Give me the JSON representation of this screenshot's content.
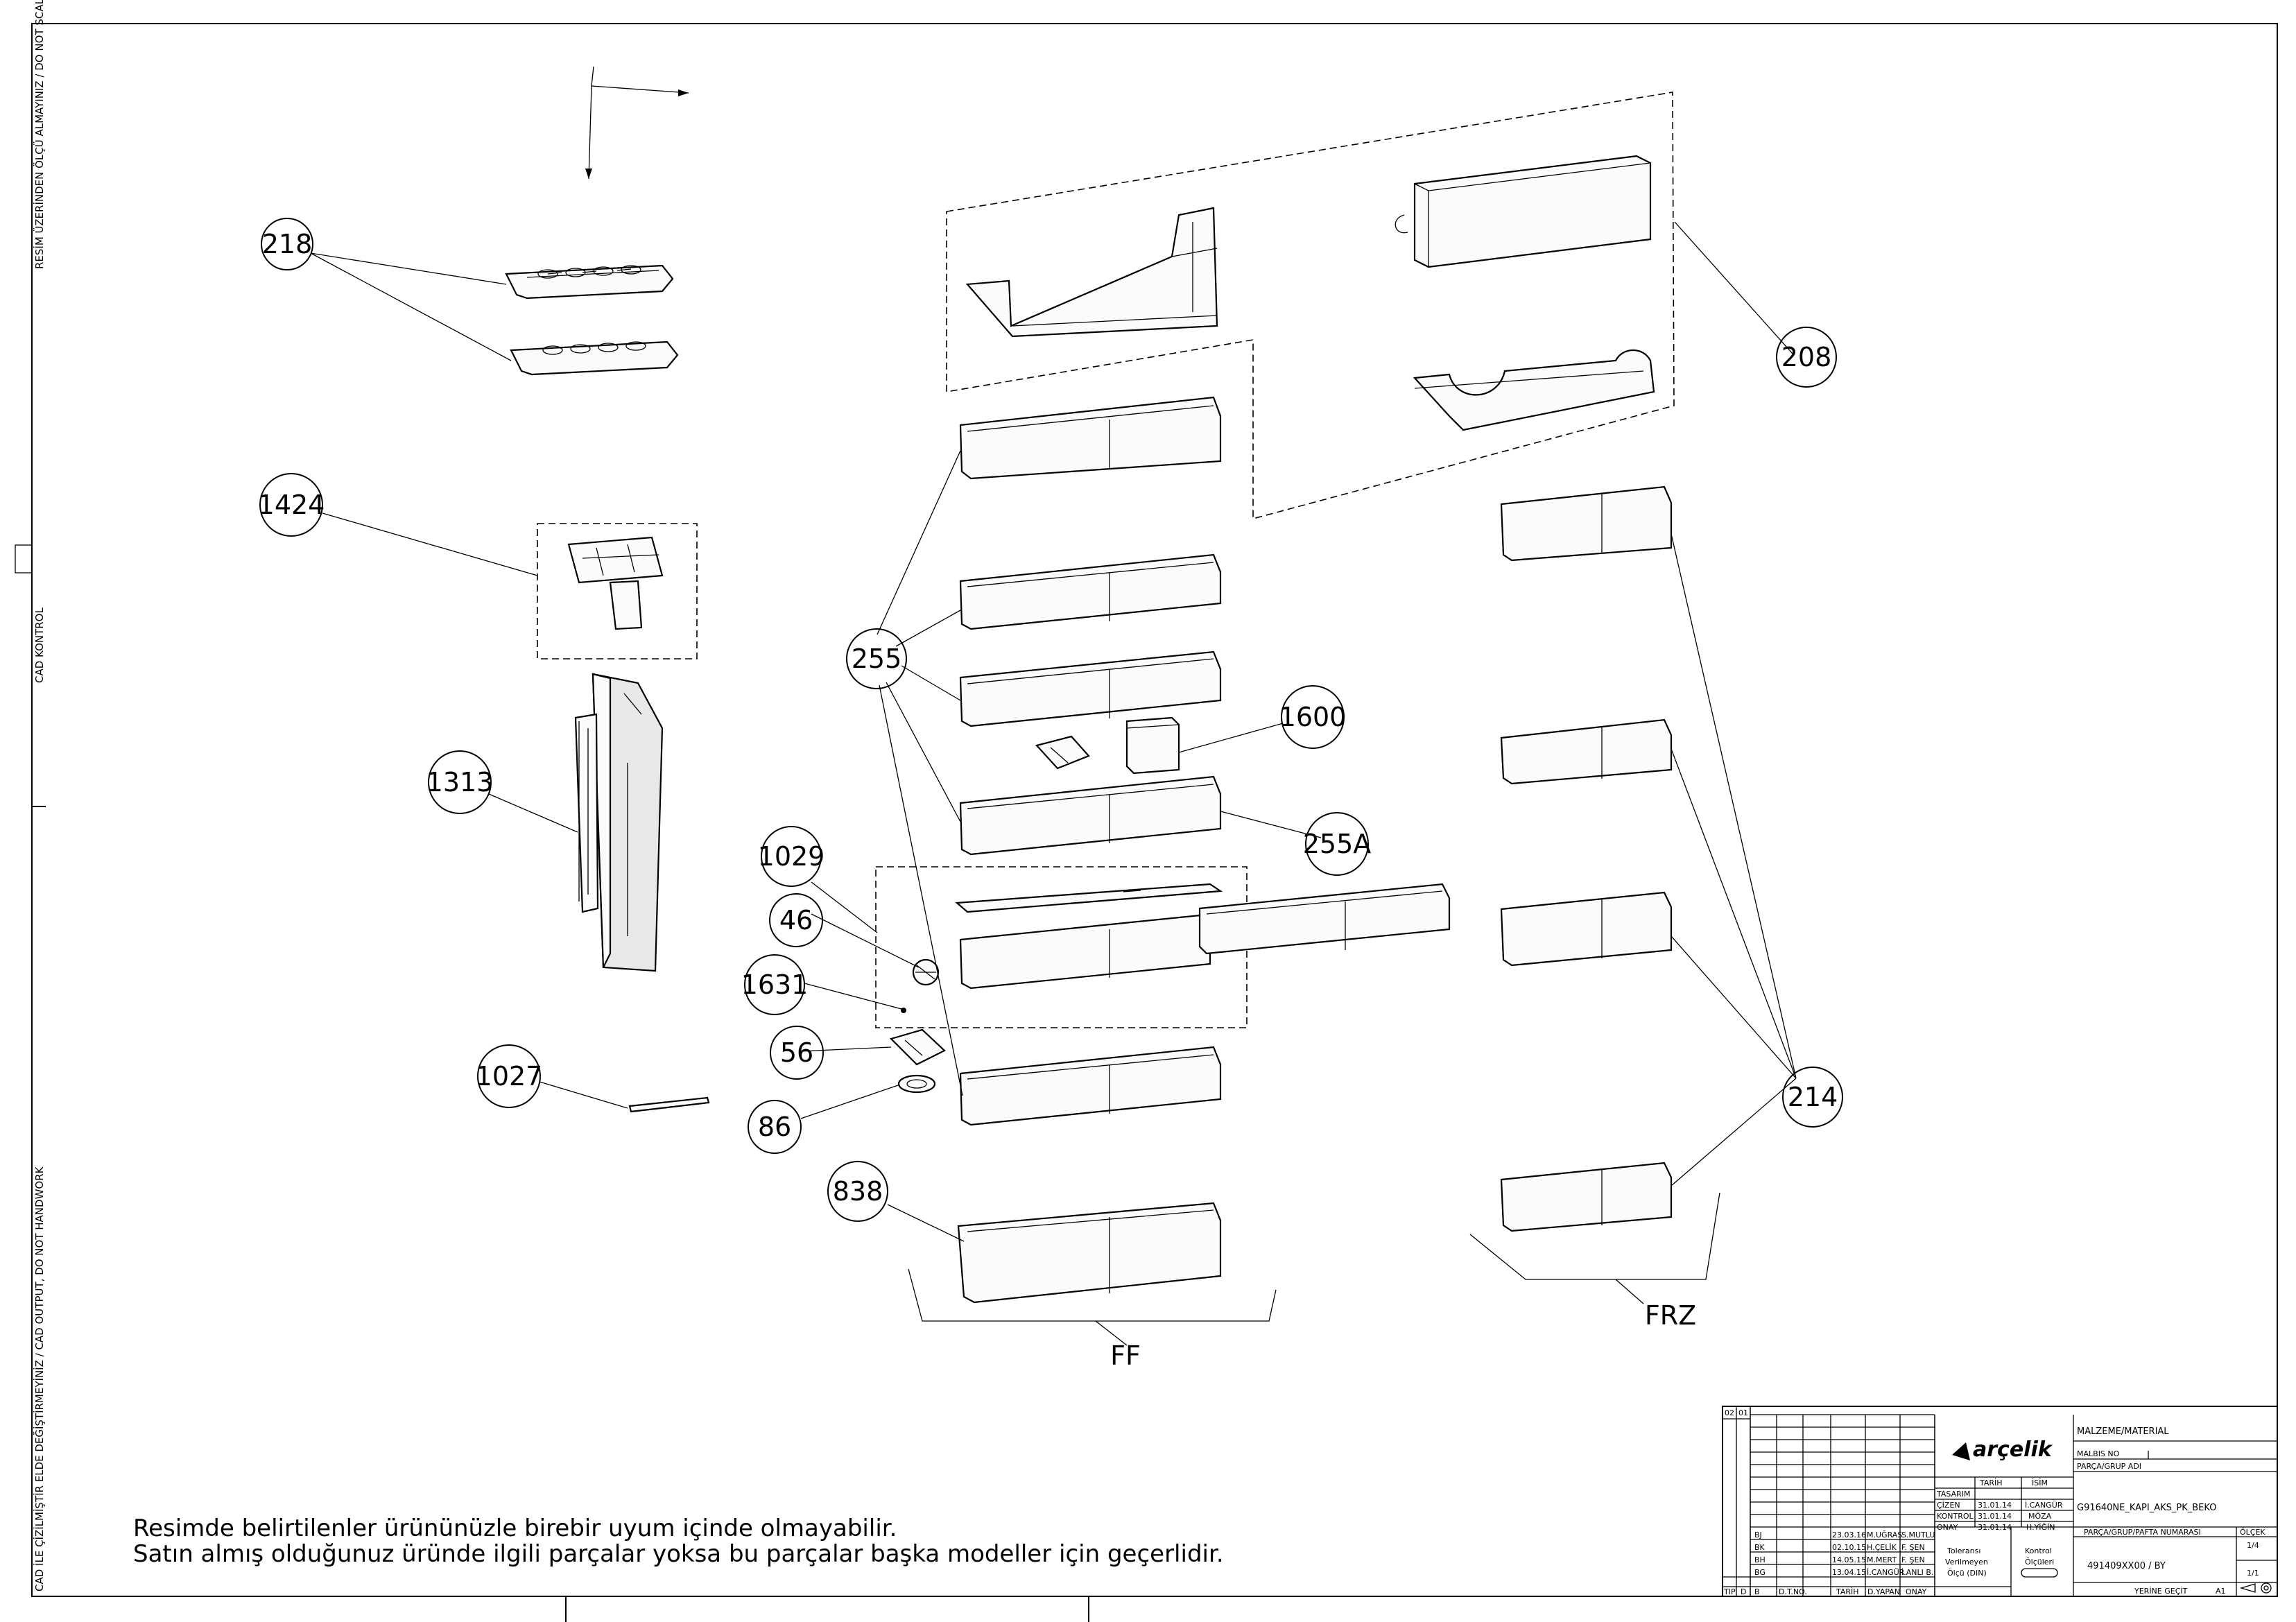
{
  "side_texts": {
    "top": "RESİM ÜZERİNDEN ÖLÇÜ ALMAYINIZ / DO NOT SCALE",
    "middle": "CAD KONTROL",
    "bottom": "CAD İLE ÇİZİLMİŞTİR ELDE DEĞİŞTİRMEYİNİZ / CAD OUTPUT, DO NOT HANDWORK"
  },
  "callouts": {
    "c218": "218",
    "c1424": "1424",
    "c1313": "1313",
    "c1029": "1029",
    "c46": "46",
    "c1631": "1631",
    "c56": "56",
    "c1027": "1027",
    "c86": "86",
    "c838": "838",
    "c255": "255",
    "c1600": "1600",
    "c255A": "255A",
    "c208": "208",
    "c214": "214"
  },
  "group_labels": {
    "ff": "FF",
    "frz": "FRZ"
  },
  "disclaimer": {
    "line1": "Resimde belirtilenler ürününüzle birebir uyum içinde olmayabilir.",
    "line2": "Satın almış olduğunuz üründe ilgili parçalar yoksa bu parçalar başka modeller için geçerlidir."
  },
  "title_block": {
    "sheet_code_a": "02",
    "sheet_code_b": "01",
    "brand": "arçelik",
    "material_label": "MALZEME/MATERIAL",
    "malbis_label": "MALBIS NO",
    "part_group_label": "PARÇA/GRUP ADI",
    "part_group_name": "G91640NE_KAPI_AKS_PK_BEKO",
    "part_number_label": "PARÇA/GRUP/PAFTA NUMARASI",
    "part_number": "491409XX00 / BY",
    "scale_label": "ÖLÇEK",
    "scale_value": "1/4",
    "sheet_value": "1/1",
    "replaces_label": "YERİNE GEÇİT",
    "paper_size": "A1",
    "col_tarih": "TARİH",
    "col_isim": "İSİM",
    "roles": [
      "TASARIM",
      "ÇİZEN",
      "KONTROL",
      "ONAY"
    ],
    "role_dates": [
      "",
      "31.01.14",
      "31.01.14",
      "31.01.14"
    ],
    "role_names": [
      "",
      "İ.CANGÜR",
      "MÖZA",
      "H.YİĞİN"
    ],
    "tolerance": [
      "Toleransı",
      "Verilmeyen",
      "Ölçü (DIN)"
    ],
    "control_gauge": [
      "Kontrol",
      "Ölçüleri"
    ],
    "revisions": [
      {
        "code": "BJ",
        "date": "23.03.16",
        "designer": "M.UĞRAS",
        "approver": "S.MUTLU"
      },
      {
        "code": "BK",
        "date": "02.10.15",
        "designer": "H.ÇELİK",
        "approver": "F. ŞEN"
      },
      {
        "code": "BH",
        "date": "14.05.15",
        "designer": "M.MERT",
        "approver": "F. ŞEN"
      },
      {
        "code": "BG",
        "date": "13.04.15",
        "designer": "İ.CANGÜR",
        "approver": "İ.ANLI B."
      }
    ],
    "bottom_headers": [
      "TIP",
      "D",
      "B",
      "D.T.NO.",
      "TARİH",
      "D.YAPAN",
      "ONAY"
    ]
  }
}
